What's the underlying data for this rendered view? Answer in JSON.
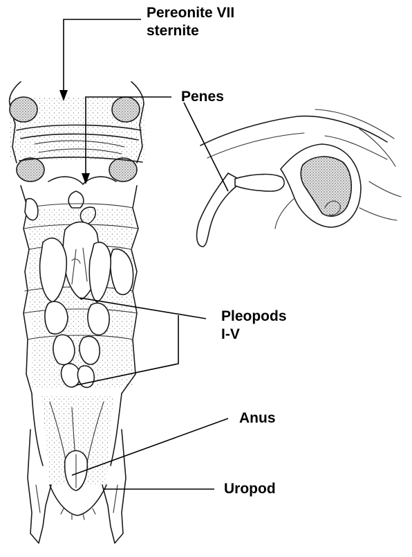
{
  "labels": {
    "pereonite_line1": "Pereonite VII",
    "pereonite_line2": "sternite",
    "penes": "Penes",
    "pleopods_line1": "Pleopods",
    "pleopods_line2": "I-V",
    "anus": "Anus",
    "uropod": "Uropod"
  },
  "colors": {
    "ink": "#1a1a1a",
    "stipple": "#555555",
    "background": "#ffffff"
  }
}
